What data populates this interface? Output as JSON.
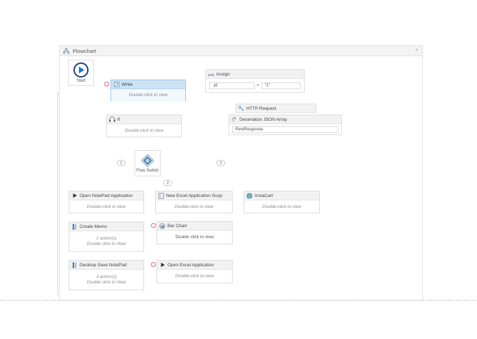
{
  "panel": {
    "title": "Flowchart",
    "icon": "sitemap-icon",
    "collapse_icon": "chevron-up-icon"
  },
  "start": {
    "label": "Start",
    "icon": "play-circle-icon"
  },
  "flow_switch": {
    "label": "Flow Switch",
    "icon": "diamond-icon"
  },
  "branch_labels": [
    "1",
    "2",
    "3"
  ],
  "body_text": {
    "double_click_to_view": "Double-click to view",
    "double_click_to_view_plain": "Double click to view",
    "double_click_to_View": "Double click to View",
    "one_action": "1 action(s)",
    "three_actions": "3 action(s)"
  },
  "nodes": [
    {
      "id": "while",
      "title": "While",
      "icon": "while-loop-icon",
      "body": "Double-click to view",
      "selected": true,
      "breakpoint": true
    },
    {
      "id": "if",
      "title": "If",
      "icon": "if-condition-icon",
      "body": "Double-click to view",
      "selected": false,
      "breakpoint": false
    },
    {
      "id": "assign",
      "title": "Assign",
      "icon": "assign-icon",
      "field_left": ".id",
      "operator": "=",
      "field_right": "\"1\"",
      "selected": false,
      "breakpoint": false
    },
    {
      "id": "http-request",
      "title": "HTTP Request",
      "icon": "http-request-icon",
      "body": "",
      "selected": false,
      "breakpoint": false
    },
    {
      "id": "deserialize-json-array",
      "title": "Deserialize JSON Array",
      "icon": "deserialize-icon",
      "field": "RestResponse",
      "selected": false,
      "breakpoint": false
    },
    {
      "id": "open-notepad-application",
      "title": "Open NotePad Application",
      "icon": "play-icon",
      "body": "Double-click to view",
      "selected": false,
      "breakpoint": false
    },
    {
      "id": "create-memo",
      "title": "Create Memo",
      "icon": "sequence-icon",
      "body_line1": "1 action(s)",
      "body_line2": "Double click to View",
      "selected": false,
      "breakpoint": false
    },
    {
      "id": "desktop-save-notepad",
      "title": "Desktop Save NotePad",
      "icon": "sequence-icon",
      "body_line1": "3 action(s)",
      "body_line2": "Double click to View",
      "selected": false,
      "breakpoint": false
    },
    {
      "id": "new-excel-application-scope",
      "title": "New Excel Application Scop",
      "icon": "excel-icon",
      "body": "Double-click to view",
      "selected": false,
      "breakpoint": false
    },
    {
      "id": "bar-chart",
      "title": "Bar Chart",
      "icon": "bar-chart-icon",
      "body": "Double click to view",
      "selected": false,
      "breakpoint": true
    },
    {
      "id": "open-excel-application",
      "title": "Open Excel Application",
      "icon": "play-icon",
      "body": "Double-click to view",
      "selected": false,
      "breakpoint": true
    },
    {
      "id": "instacart",
      "title": "InstaCart",
      "icon": "globe-icon",
      "body": "Double-click to view",
      "selected": false,
      "breakpoint": false
    }
  ],
  "colors": {
    "selection_blue": "#cde3f4",
    "header_grey": "#f2f2f2",
    "border_grey": "#dcdcdc",
    "breakpoint_red": "#e0607a",
    "accent_blue": "#1878c8",
    "start_ring": "#1c3f6e"
  }
}
